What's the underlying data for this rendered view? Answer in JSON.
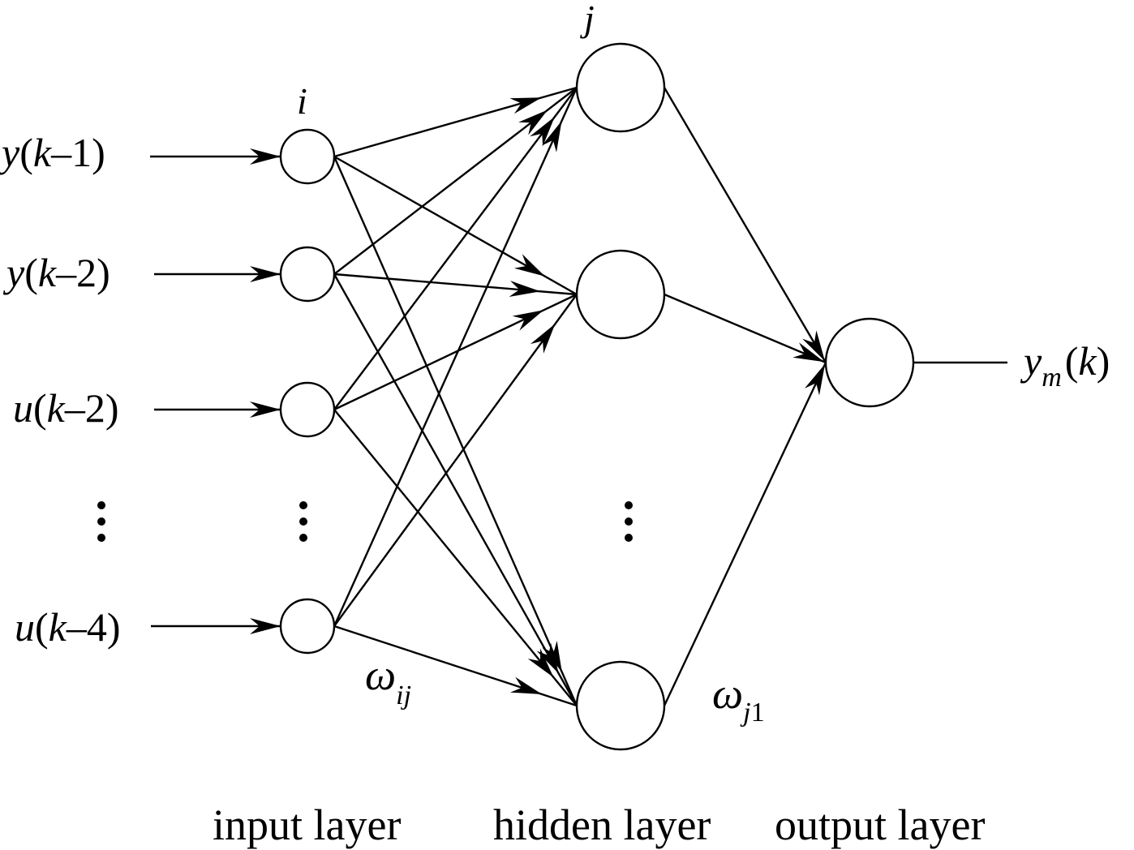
{
  "figure": {
    "type": "neural-network-diagram",
    "stroke_color": "#000000",
    "background_color": "#ffffff"
  },
  "input_labels": [
    {
      "var": "y",
      "open": "(",
      "k": "k",
      "op": "–",
      "n": "1",
      "close": ")"
    },
    {
      "var": "y",
      "open": "(",
      "k": "k",
      "op": "–",
      "n": "2",
      "close": ")"
    },
    {
      "var": "u",
      "open": "(",
      "k": "k",
      "op": "–",
      "n": "2",
      "close": ")"
    },
    {
      "var": "u",
      "open": "(",
      "k": "k",
      "op": "–",
      "n": "4",
      "close": ")"
    }
  ],
  "index_labels": {
    "input_index": "i",
    "hidden_index": "j"
  },
  "weight_labels": {
    "input_hidden": {
      "symbol": "ω",
      "sub": "ij"
    },
    "hidden_output": {
      "symbol": "ω",
      "sub_it": "j",
      "sub": "1"
    }
  },
  "output_label": {
    "var": "y",
    "sub": "m",
    "open": "(",
    "k": "k",
    "close": ")"
  },
  "ellipsis": "⋮",
  "layers": [
    {
      "name": "input",
      "label": "input layer",
      "visible_nodes": 4,
      "has_ellipsis": true
    },
    {
      "name": "hidden",
      "label": "hidden layer",
      "visible_nodes": 3,
      "has_ellipsis": true
    },
    {
      "name": "output",
      "label": "output layer",
      "visible_nodes": 1,
      "has_ellipsis": false
    }
  ],
  "connections": {
    "external_to_input": "one arrow per input node",
    "input_to_hidden": "fully connected, arrowed",
    "hidden_to_output": "fully connected, arrowed",
    "output_to_external": "plain line"
  }
}
